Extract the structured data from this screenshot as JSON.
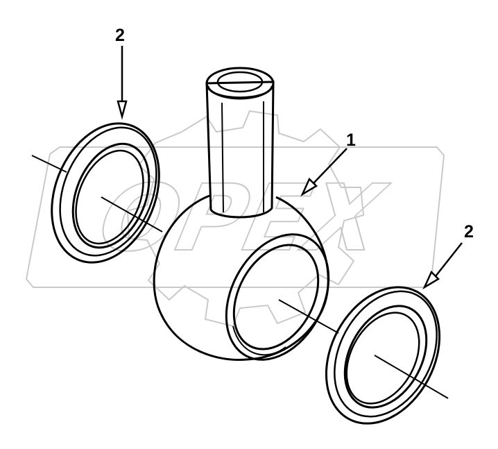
{
  "diagram": {
    "watermark": "OPEX",
    "callouts": {
      "ring_top_left": "2",
      "banjo_fitting": "1",
      "ring_right": "2"
    },
    "parts": [
      {
        "number": "1",
        "part": "banjo-fitting"
      },
      {
        "number": "2",
        "part": "sealing-ring"
      }
    ]
  }
}
